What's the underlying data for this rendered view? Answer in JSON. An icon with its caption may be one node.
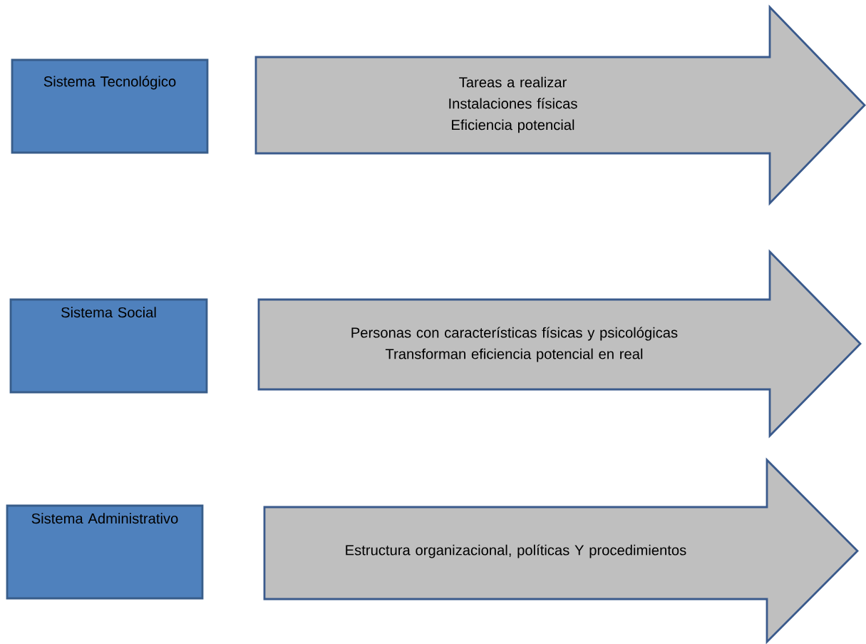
{
  "diagram": {
    "nodes": [
      {
        "text": [
          "Sistema Tecnológico"
        ]
      },
      {
        "text": [
          "Tareas a realizar",
          "Instalaciones físicas",
          "Eficiencia potencial"
        ]
      },
      {
        "text": [
          "Sistema Social"
        ]
      },
      {
        "text": [
          "Personas con características físicas y psicológicas",
          "Transforman eficiencia potencial en real"
        ]
      },
      {
        "text": [
          "Sistema Administrativo"
        ]
      },
      {
        "text": [
          "Estructura organizacional, políticas Y procedimientos"
        ]
      }
    ]
  }
}
